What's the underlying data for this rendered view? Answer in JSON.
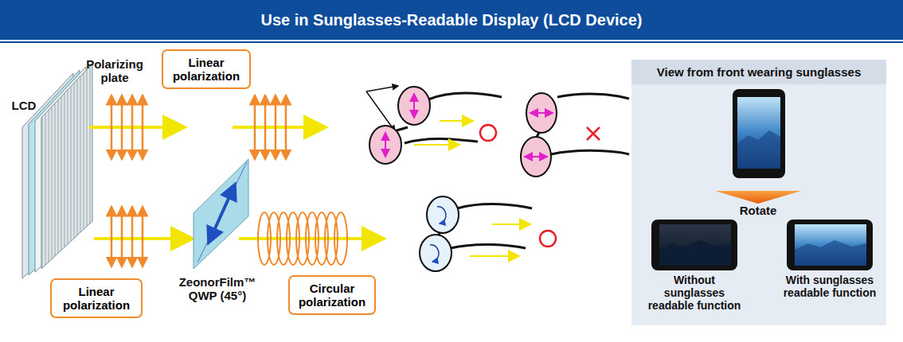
{
  "diagram": {
    "title": "Use in Sunglasses-Readable Display (LCD Device)",
    "nodes": [
      {
        "text": [
          "Linear polarization"
        ]
      },
      {
        "text": [
          "Linear polarization"
        ]
      },
      {
        "text": [
          "Circular polarization"
        ]
      },
      {
        "text": [
          "View from front wearing sunglasses"
        ]
      }
    ],
    "labels": [
      "Polarizing plate",
      "LCD",
      "ZeonorFilm™ QWP (45°)",
      "Rotate",
      "Without sunglasses readable function",
      "With sunglasses readable function"
    ]
  }
}
